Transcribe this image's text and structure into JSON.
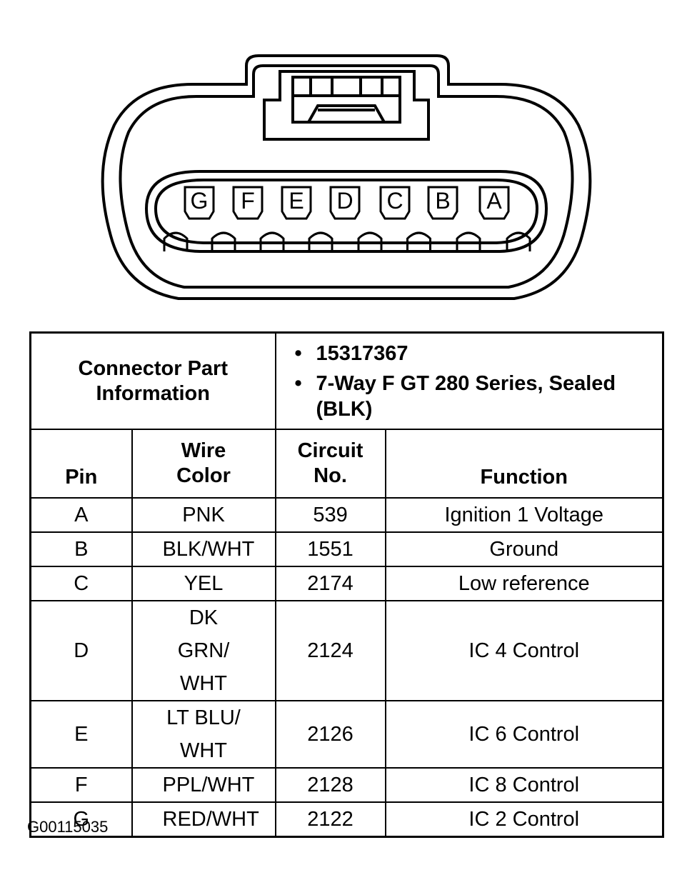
{
  "connector": {
    "pins": [
      "G",
      "F",
      "E",
      "D",
      "C",
      "B",
      "A"
    ]
  },
  "table": {
    "info_label": "Connector Part Information",
    "info_items": [
      "15317367",
      "7-Way F GT 280 Series, Sealed (BLK)"
    ],
    "columns": {
      "pin": "Pin",
      "wire_color": "Wire Color",
      "circuit": "Circuit No.",
      "function": "Function"
    },
    "rows": [
      {
        "pin": "A",
        "wire_color": "PNK",
        "circuit": "539",
        "function": "Ignition 1 Voltage"
      },
      {
        "pin": "B",
        "wire_color": "BLK/WHT",
        "circuit": "1551",
        "function": "Ground"
      },
      {
        "pin": "C",
        "wire_color": "YEL",
        "circuit": "2174",
        "function": "Low reference"
      },
      {
        "pin": "D",
        "wire_color": "DK GRN/ WHT",
        "circuit": "2124",
        "function": "IC 4 Control"
      },
      {
        "pin": "E",
        "wire_color": "LT BLU/ WHT",
        "circuit": "2126",
        "function": "IC 6 Control"
      },
      {
        "pin": "F",
        "wire_color": "PPL/WHT",
        "circuit": "2128",
        "function": "IC 8 Control"
      },
      {
        "pin": "G",
        "wire_color": "RED/WHT",
        "circuit": "2122",
        "function": "IC 2 Control"
      }
    ]
  },
  "figure_id": "G00115035"
}
